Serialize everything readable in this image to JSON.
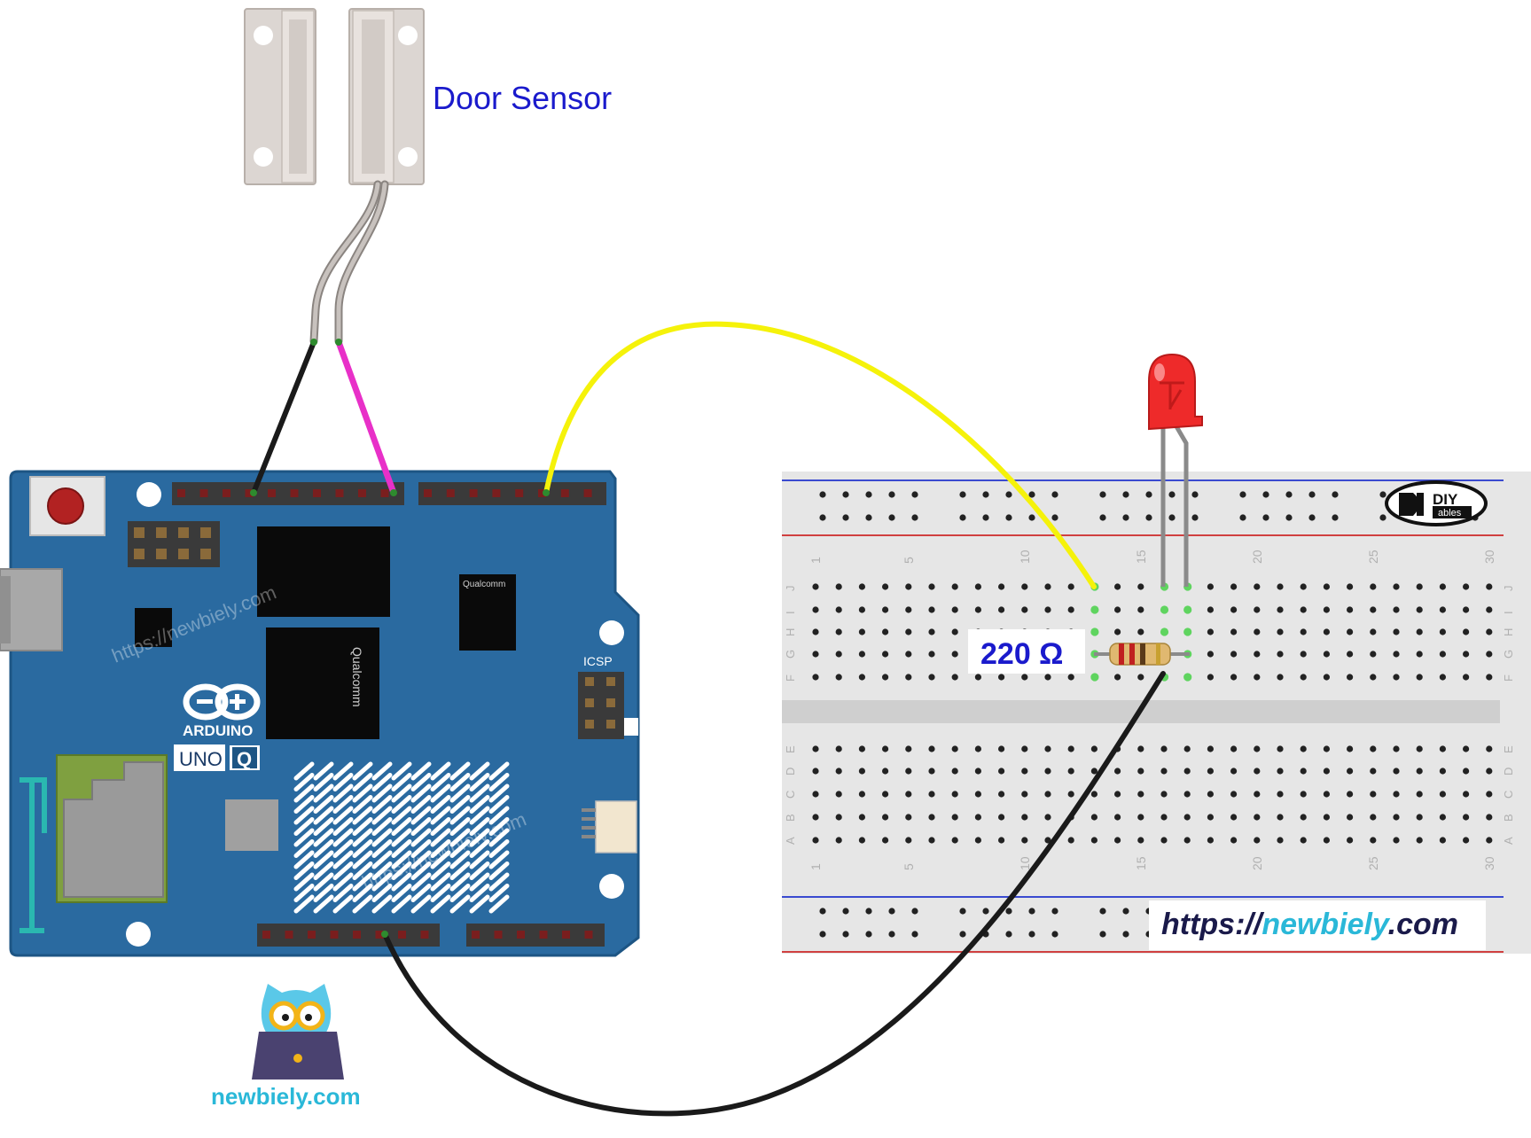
{
  "labels": {
    "door_sensor": "Door Sensor",
    "resistor_value": "220 Ω"
  },
  "board": {
    "brand": "ARDUINO",
    "model_prefix": "UNO",
    "model_suffix": "Q",
    "chip_label_small": "Qualcomm",
    "chip_label_large": "Qualcomm",
    "icsp_label": "ICSP",
    "watermark_top": "https://newbiely.com",
    "watermark_bottom": "https://newbiely.com"
  },
  "breadboard": {
    "column_numbers": [
      "1",
      "5",
      "10",
      "15",
      "20",
      "25",
      "30"
    ],
    "row_letters_top": [
      "J",
      "I",
      "H",
      "G",
      "F"
    ],
    "row_letters_bottom": [
      "E",
      "D",
      "C",
      "B",
      "A"
    ],
    "logo_line1": "DIY",
    "logo_line2": "ables"
  },
  "watermark": {
    "prefix": "https://",
    "domain": "newbiely",
    "suffix": ".com"
  },
  "mascot": {
    "site": "newbiely.com"
  },
  "colors": {
    "board_blue": "#2a6aa0",
    "wire_yellow": "#f5f20a",
    "wire_magenta": "#e830c8",
    "wire_black": "#1a1a1a",
    "label_blue": "#1a1acc",
    "brand_teal": "#2ab8d8",
    "led_red": "#ee2a2a"
  }
}
